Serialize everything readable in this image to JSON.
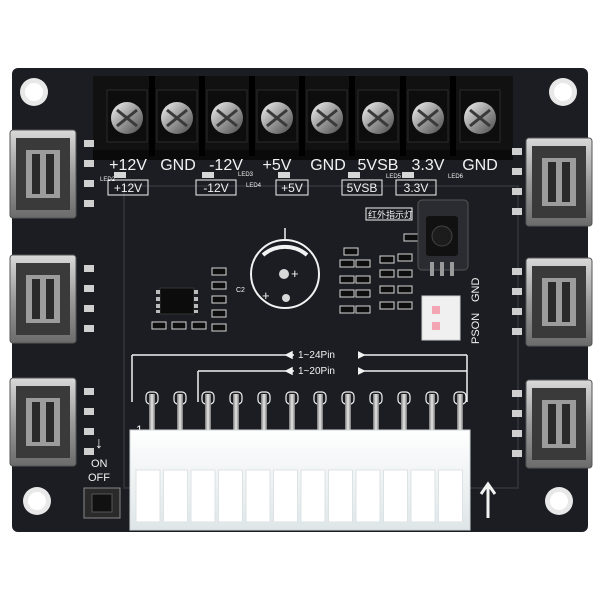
{
  "board": {
    "terminal_labels": [
      "+12V",
      "GND",
      "-12V",
      "+5V",
      "GND",
      "5VSB",
      "3.3V",
      "GND"
    ],
    "led_labels": [
      "LED2",
      "LED3",
      "LED4",
      "LED5",
      "LED6"
    ],
    "boxed_labels": [
      "+12V",
      "-12V",
      "+5V",
      "5VSB",
      "3.3V"
    ],
    "ir_indicator_label": "红外指示灯",
    "cap_label": "C2",
    "pson_label": "PSON",
    "pson_gnd_label": "GND",
    "pin24_label": "1~24Pin",
    "pin20_label": "1~20Pin",
    "pin_one_label": "1",
    "switch_on_label": "ON",
    "switch_off_label": "OFF",
    "colors": {
      "pcb": "#1b1d22",
      "silkscreen": "#f2f2f2",
      "terminal_block": "#111111",
      "connector": "#ecf1f2"
    }
  }
}
